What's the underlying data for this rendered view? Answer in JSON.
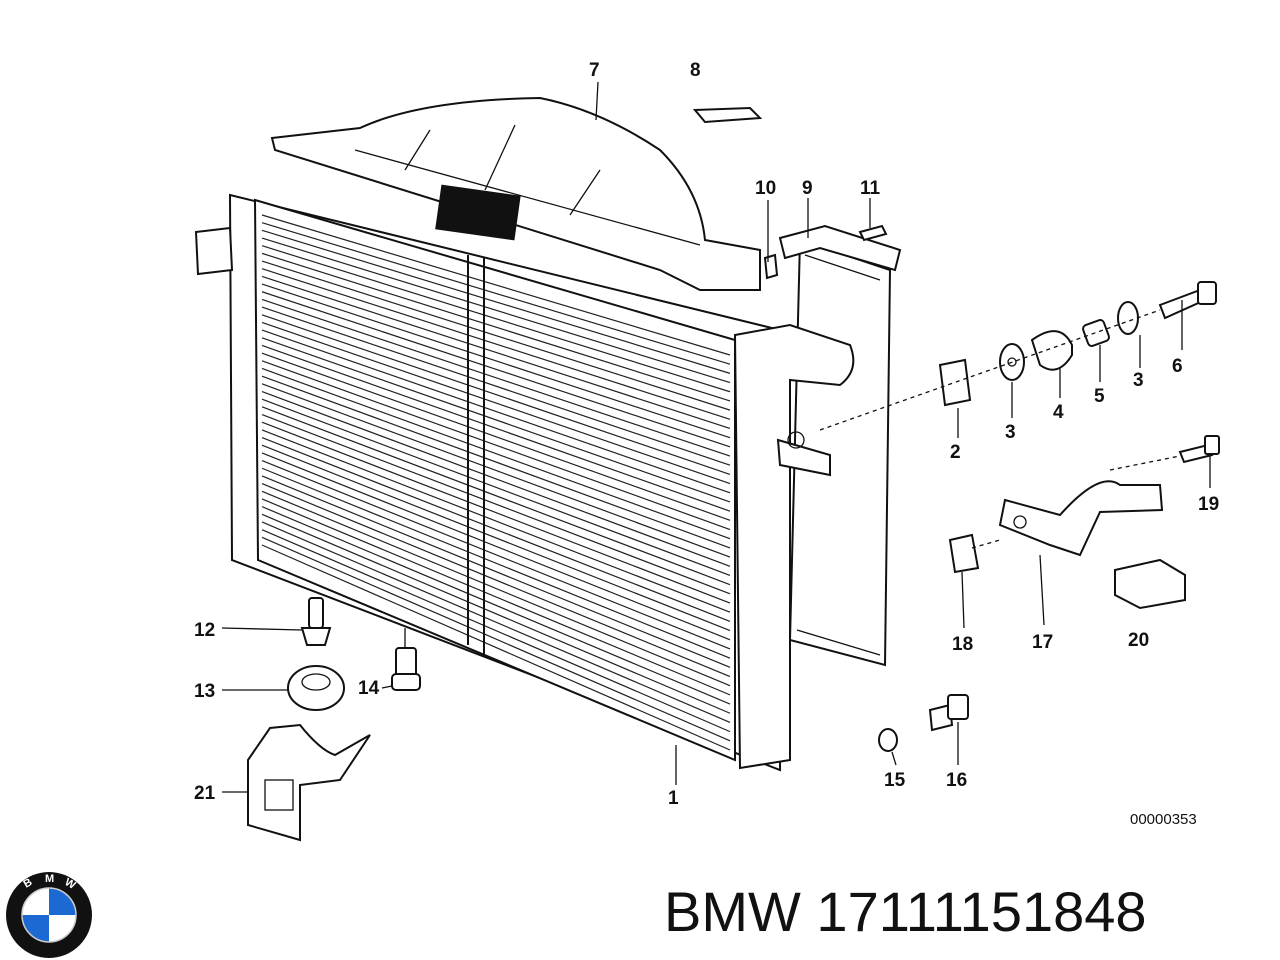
{
  "diagram": {
    "reference_number": "00000353",
    "callouts": [
      "1",
      "2",
      "3",
      "3",
      "4",
      "5",
      "6",
      "7",
      "8",
      "9",
      "10",
      "11",
      "12",
      "13",
      "14",
      "15",
      "16",
      "17",
      "18",
      "19",
      "20",
      "21"
    ]
  },
  "footer": {
    "brand_name": "BMW",
    "part_number": "17111151848",
    "logo_letters": "BMW"
  },
  "colors": {
    "ink": "#111111",
    "logo_blue": "#1c69d4",
    "background": "#ffffff"
  }
}
